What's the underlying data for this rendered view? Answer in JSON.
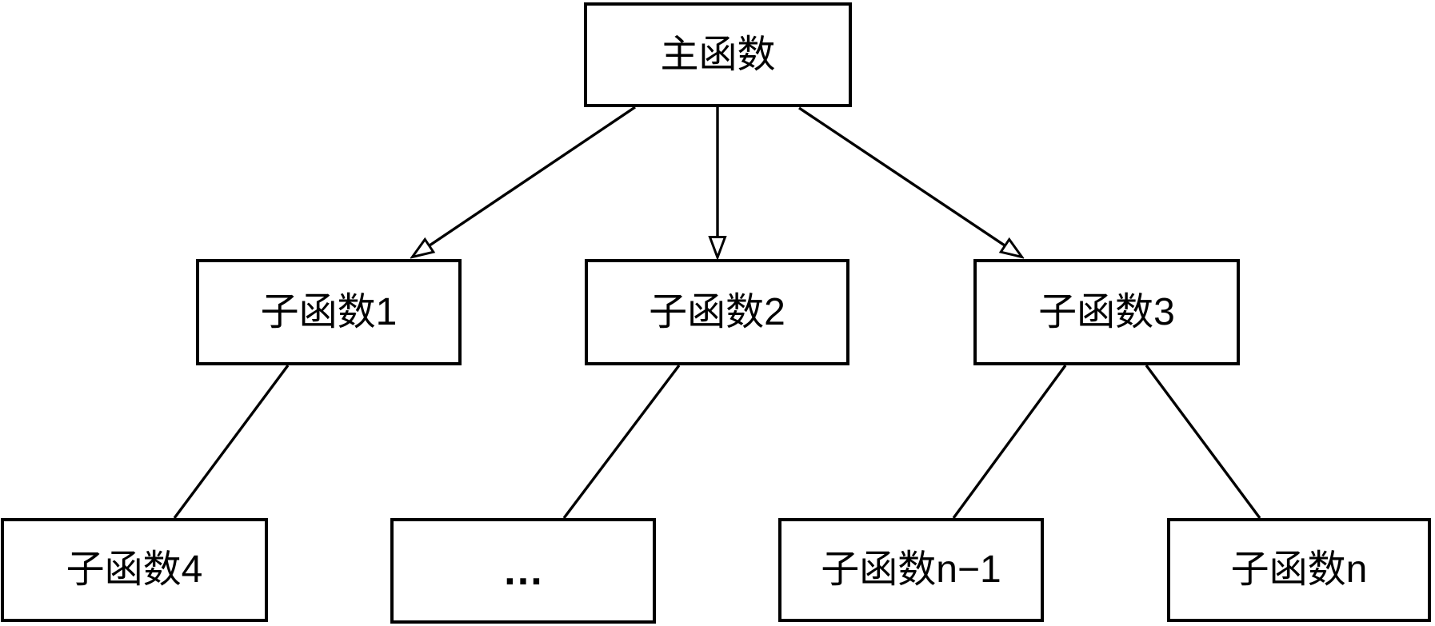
{
  "diagram": {
    "type": "tree",
    "colors": {
      "background": "#ffffff",
      "line": "#000000",
      "node_fill": "#ffffff",
      "node_border": "#000000",
      "text": "#000000"
    },
    "nodes": [
      {
        "id": "main",
        "label": "主函数",
        "level": 1
      },
      {
        "id": "sub1",
        "label": "子函数1",
        "level": 2
      },
      {
        "id": "sub2",
        "label": "子函数2",
        "level": 2
      },
      {
        "id": "sub3",
        "label": "子函数3",
        "level": 2
      },
      {
        "id": "sub4",
        "label": "子函数4",
        "level": 3
      },
      {
        "id": "ellipsis",
        "label": "…",
        "level": 3
      },
      {
        "id": "sub_n_minus_1",
        "label": "子函数n−1",
        "level": 3
      },
      {
        "id": "sub_n",
        "label": "子函数n",
        "level": 3
      }
    ],
    "edges": [
      {
        "from": "主函数",
        "to": "子函数1",
        "style": "open-arrowhead"
      },
      {
        "from": "主函数",
        "to": "子函数2",
        "style": "open-arrowhead"
      },
      {
        "from": "主函数",
        "to": "子函数3",
        "style": "open-arrowhead"
      },
      {
        "from": "子函数1",
        "to": "子函数4",
        "style": "plain-line"
      },
      {
        "from": "子函数2",
        "to": "…",
        "style": "plain-line"
      },
      {
        "from": "子函数3",
        "to": "子函数n−1",
        "style": "plain-line"
      },
      {
        "from": "子函数3",
        "to": "子函数n",
        "style": "plain-line"
      }
    ]
  }
}
